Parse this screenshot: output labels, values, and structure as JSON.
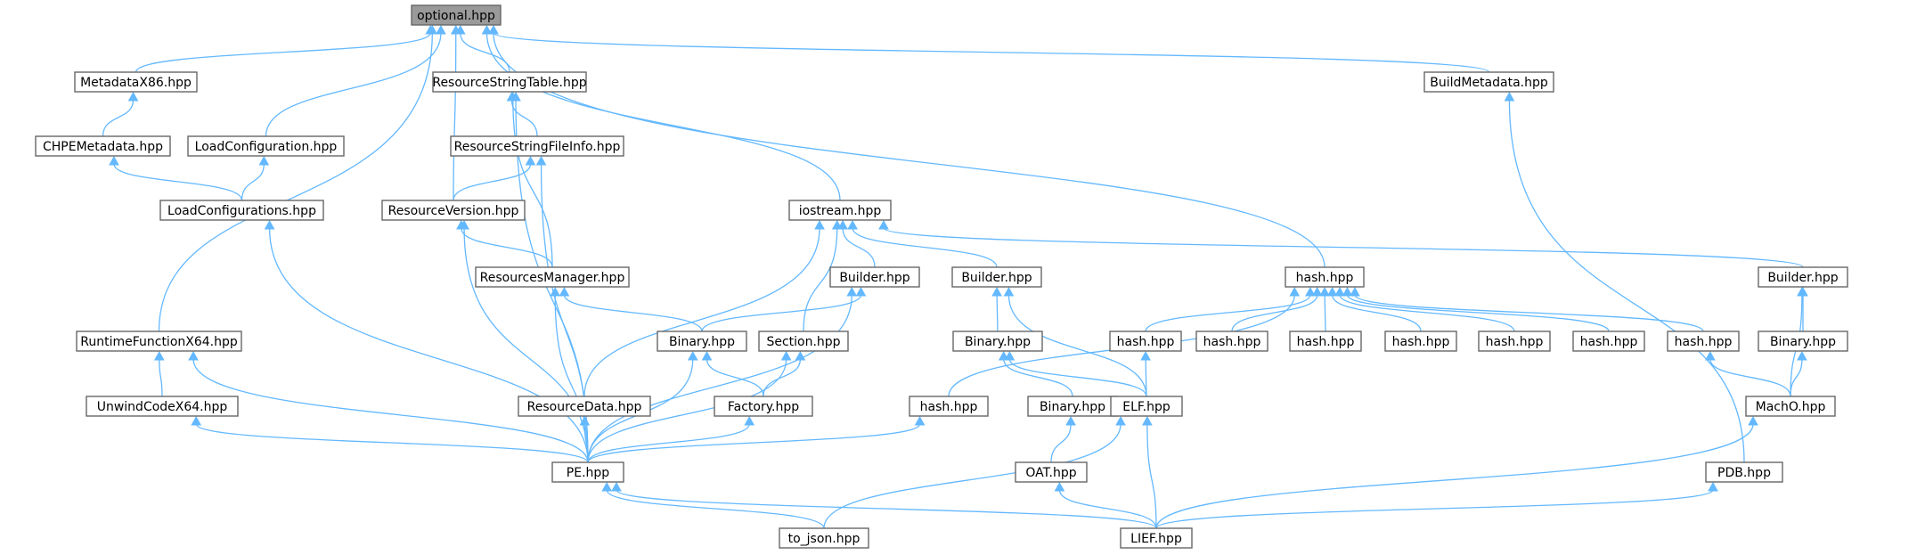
{
  "colors": {
    "edge": "#63b8ff",
    "root_fill": "#9a9a9a",
    "node_border": "#666666"
  },
  "nodes": [
    {
      "id": "optional",
      "label": "optional.hpp"
    },
    {
      "id": "metadatax86",
      "label": "MetadataX86.hpp"
    },
    {
      "id": "rst",
      "label": "ResourceStringTable.hpp"
    },
    {
      "id": "buildmeta",
      "label": "BuildMetadata.hpp"
    },
    {
      "id": "chpe",
      "label": "CHPEMetadata.hpp"
    },
    {
      "id": "loadconf",
      "label": "LoadConfiguration.hpp"
    },
    {
      "id": "rsfi",
      "label": "ResourceStringFileInfo.hpp"
    },
    {
      "id": "loadconfs",
      "label": "LoadConfigurations.hpp"
    },
    {
      "id": "resver",
      "label": "ResourceVersion.hpp"
    },
    {
      "id": "iostream",
      "label": "iostream.hpp"
    },
    {
      "id": "resmgr",
      "label": "ResourcesManager.hpp"
    },
    {
      "id": "builder1",
      "label": "Builder.hpp"
    },
    {
      "id": "builder2",
      "label": "Builder.hpp"
    },
    {
      "id": "hashmain",
      "label": "hash.hpp"
    },
    {
      "id": "builder3",
      "label": "Builder.hpp"
    },
    {
      "id": "rfx64",
      "label": "RuntimeFunctionX64.hpp"
    },
    {
      "id": "binary1",
      "label": "Binary.hpp"
    },
    {
      "id": "section",
      "label": "Section.hpp"
    },
    {
      "id": "binary2",
      "label": "Binary.hpp"
    },
    {
      "id": "hash1",
      "label": "hash.hpp"
    },
    {
      "id": "hash2",
      "label": "hash.hpp"
    },
    {
      "id": "hash3",
      "label": "hash.hpp"
    },
    {
      "id": "hash4",
      "label": "hash.hpp"
    },
    {
      "id": "hash5",
      "label": "hash.hpp"
    },
    {
      "id": "hash6",
      "label": "hash.hpp"
    },
    {
      "id": "hash7",
      "label": "hash.hpp"
    },
    {
      "id": "binary3",
      "label": "Binary.hpp"
    },
    {
      "id": "ucx64",
      "label": "UnwindCodeX64.hpp"
    },
    {
      "id": "resdata",
      "label": "ResourceData.hpp"
    },
    {
      "id": "factory",
      "label": "Factory.hpp"
    },
    {
      "id": "hash8",
      "label": "hash.hpp"
    },
    {
      "id": "binary4",
      "label": "Binary.hpp"
    },
    {
      "id": "elf",
      "label": "ELF.hpp"
    },
    {
      "id": "macho",
      "label": "MachO.hpp"
    },
    {
      "id": "pe",
      "label": "PE.hpp"
    },
    {
      "id": "oat",
      "label": "OAT.hpp"
    },
    {
      "id": "pdb",
      "label": "PDB.hpp"
    },
    {
      "id": "tojson",
      "label": "to_json.hpp"
    },
    {
      "id": "lief",
      "label": "LIEF.hpp"
    }
  ],
  "edges": [
    [
      "metadatax86",
      "optional"
    ],
    [
      "rst",
      "optional"
    ],
    [
      "buildmeta",
      "optional"
    ],
    [
      "loadconf",
      "optional"
    ],
    [
      "resver",
      "optional"
    ],
    [
      "iostream",
      "optional"
    ],
    [
      "hashmain",
      "optional"
    ],
    [
      "rfx64",
      "optional"
    ],
    [
      "chpe",
      "metadatax86"
    ],
    [
      "loadconfs",
      "chpe"
    ],
    [
      "loadconfs",
      "loadconf"
    ],
    [
      "pe",
      "loadconfs"
    ],
    [
      "rsfi",
      "rst"
    ],
    [
      "resmgr",
      "rst"
    ],
    [
      "pe",
      "rst"
    ],
    [
      "resver",
      "rsfi"
    ],
    [
      "pe",
      "rsfi"
    ],
    [
      "resmgr",
      "resver"
    ],
    [
      "pe",
      "resver"
    ],
    [
      "binary1",
      "resmgr"
    ],
    [
      "pe",
      "resmgr"
    ],
    [
      "builder1",
      "iostream"
    ],
    [
      "builder2",
      "iostream"
    ],
    [
      "builder3",
      "iostream"
    ],
    [
      "section",
      "iostream"
    ],
    [
      "resdata",
      "iostream"
    ],
    [
      "binary1",
      "builder1"
    ],
    [
      "pe",
      "builder1"
    ],
    [
      "binary2",
      "builder2"
    ],
    [
      "elf",
      "builder2"
    ],
    [
      "hash1",
      "hashmain"
    ],
    [
      "hash2",
      "hashmain"
    ],
    [
      "hash3",
      "hashmain"
    ],
    [
      "hash4",
      "hashmain"
    ],
    [
      "hash5",
      "hashmain"
    ],
    [
      "hash6",
      "hashmain"
    ],
    [
      "hash7",
      "hashmain"
    ],
    [
      "hash8",
      "hashmain"
    ],
    [
      "binary3",
      "builder3"
    ],
    [
      "macho",
      "builder3"
    ],
    [
      "ucx64",
      "rfx64"
    ],
    [
      "pe",
      "rfx64"
    ],
    [
      "pe",
      "ucx64"
    ],
    [
      "factory",
      "binary1"
    ],
    [
      "pe",
      "binary1"
    ],
    [
      "factory",
      "section"
    ],
    [
      "pe",
      "section"
    ],
    [
      "pe",
      "resdata"
    ],
    [
      "pe",
      "factory"
    ],
    [
      "pe",
      "hash8"
    ],
    [
      "binary4",
      "binary2"
    ],
    [
      "elf",
      "binary2"
    ],
    [
      "elf",
      "hash1"
    ],
    [
      "macho",
      "hash7"
    ],
    [
      "macho",
      "binary3"
    ],
    [
      "oat",
      "binary4"
    ],
    [
      "tojson",
      "pe"
    ],
    [
      "lief",
      "pe"
    ],
    [
      "tojson",
      "elf"
    ],
    [
      "lief",
      "elf"
    ],
    [
      "lief",
      "oat"
    ],
    [
      "lief",
      "macho"
    ],
    [
      "pdb",
      "buildmeta"
    ],
    [
      "lief",
      "pdb"
    ]
  ]
}
